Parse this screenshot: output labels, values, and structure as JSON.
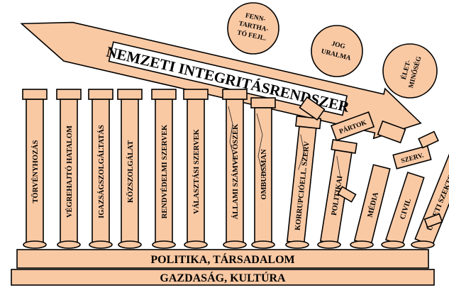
{
  "title": "NEMZETI INTEGRITÁSRENDSZER",
  "foundation": {
    "top_label": "POLITIKA, TÁRSADALOM",
    "bottom_label": "GAZDASÁG, KULTÚRA"
  },
  "pillars": [
    "TÖRVÉNYHOZÁS",
    "VÉGREHAJTÓ HATALOM",
    "IGAZSÁGSZOLGÁLTATÁS",
    "KÖZSZOLGÁLAT",
    "RENDVÉDELMI SZERVEK",
    "VÁLASZTÁSI SZERVEK",
    "ÁLLAMI SZÁMVEVŐSZÉK",
    "OMBUDSMAN",
    "KORRUPCIÓELL. SZERV",
    "POLITIKAI",
    "MÉDIA",
    "CIVIL",
    "ÜZLETI SZEKTOR"
  ],
  "caps": [
    "PÁRTOK",
    "SZERV."
  ],
  "circles": [
    [
      "FENN-",
      "TARTHA-",
      "TÓ FEJL."
    ],
    [
      "JOG",
      "URALMA"
    ],
    [
      "ÉLET-",
      "MINŐSÉG"
    ]
  ]
}
